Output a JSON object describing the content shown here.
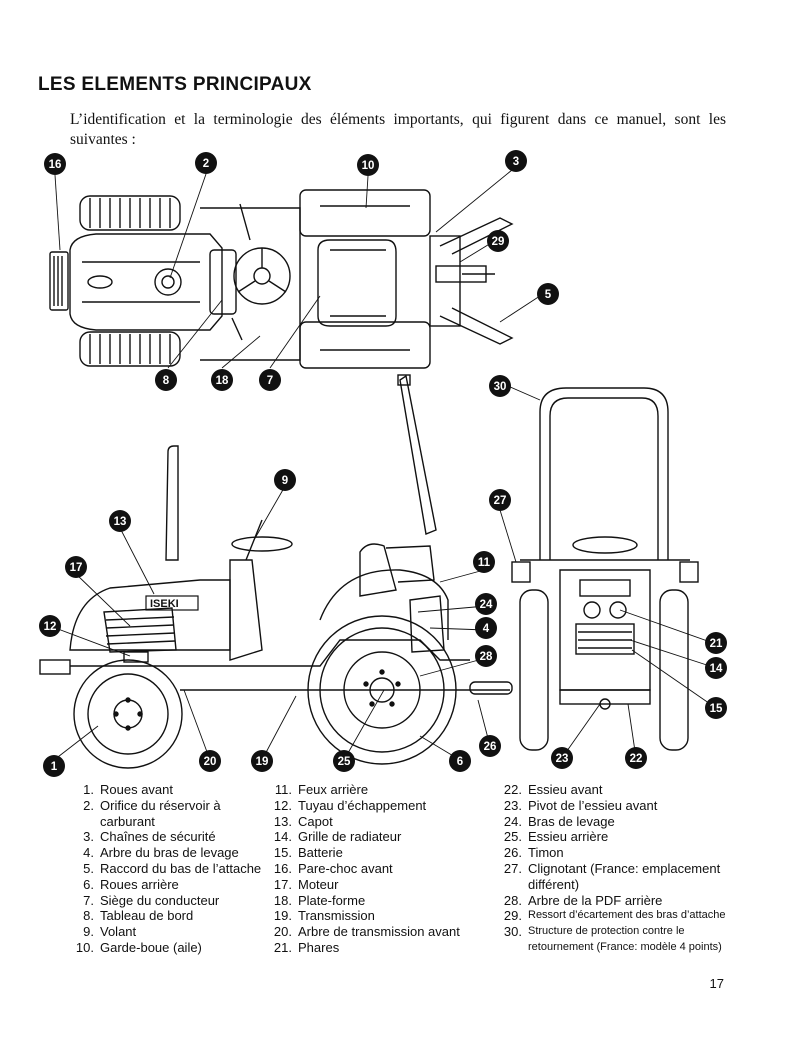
{
  "title": "LES ELEMENTS PRINCIPAUX",
  "intro": "L’identification et la terminologie des éléments importants, qui figurent dans ce manuel, sont les suivantes :",
  "brand": "ISEKI",
  "page_number": "17",
  "callouts": [
    "16",
    "2",
    "10",
    "3",
    "29",
    "5",
    "8",
    "18",
    "7",
    "30",
    "9",
    "27",
    "13",
    "17",
    "11",
    "24",
    "4",
    "12",
    "28",
    "21",
    "14",
    "15",
    "1",
    "20",
    "19",
    "25",
    "6",
    "26",
    "23",
    "22"
  ],
  "legend": {
    "col1": [
      {
        "n": "1.",
        "t": "Roues avant"
      },
      {
        "n": "2.",
        "t": "Orifice du réservoir à carburant"
      },
      {
        "n": "3.",
        "t": "Chaînes de sécurité"
      },
      {
        "n": "4.",
        "t": "Arbre du bras de levage"
      },
      {
        "n": "5.",
        "t": "Raccord du bas de l’attache"
      },
      {
        "n": "6.",
        "t": "Roues arrière"
      },
      {
        "n": "7.",
        "t": "Siège du conducteur"
      },
      {
        "n": "8.",
        "t": "Tableau de bord"
      },
      {
        "n": "9.",
        "t": "Volant"
      },
      {
        "n": "10.",
        "t": "Garde-boue (aile)"
      }
    ],
    "col2": [
      {
        "n": "11.",
        "t": "Feux arrière"
      },
      {
        "n": "12.",
        "t": "Tuyau d’échappement"
      },
      {
        "n": "13.",
        "t": "Capot"
      },
      {
        "n": "14.",
        "t": "Grille de radiateur"
      },
      {
        "n": "15.",
        "t": "Batterie"
      },
      {
        "n": "16.",
        "t": "Pare-choc avant"
      },
      {
        "n": "17.",
        "t": "Moteur"
      },
      {
        "n": "18.",
        "t": "Plate-forme"
      },
      {
        "n": "19.",
        "t": "Transmission"
      },
      {
        "n": "20.",
        "t": "Arbre de transmission avant"
      },
      {
        "n": "21.",
        "t": "Phares"
      }
    ],
    "col3": [
      {
        "n": "22.",
        "t": "Essieu avant"
      },
      {
        "n": "23.",
        "t": "Pivot de l’essieu avant"
      },
      {
        "n": "24.",
        "t": "Bras de levage"
      },
      {
        "n": "25.",
        "t": "Essieu arrière"
      },
      {
        "n": "26.",
        "t": "Timon"
      },
      {
        "n": "27.",
        "t": "Clignotant (France: emplacement différent)"
      },
      {
        "n": "28.",
        "t": "Arbre de la PDF arrière"
      },
      {
        "n": "29.",
        "t": "Ressort d’écartement des bras d’attache"
      },
      {
        "n": "30.",
        "t": "Structure de protection contre le retournement (France: modèle 4 points)"
      }
    ]
  }
}
